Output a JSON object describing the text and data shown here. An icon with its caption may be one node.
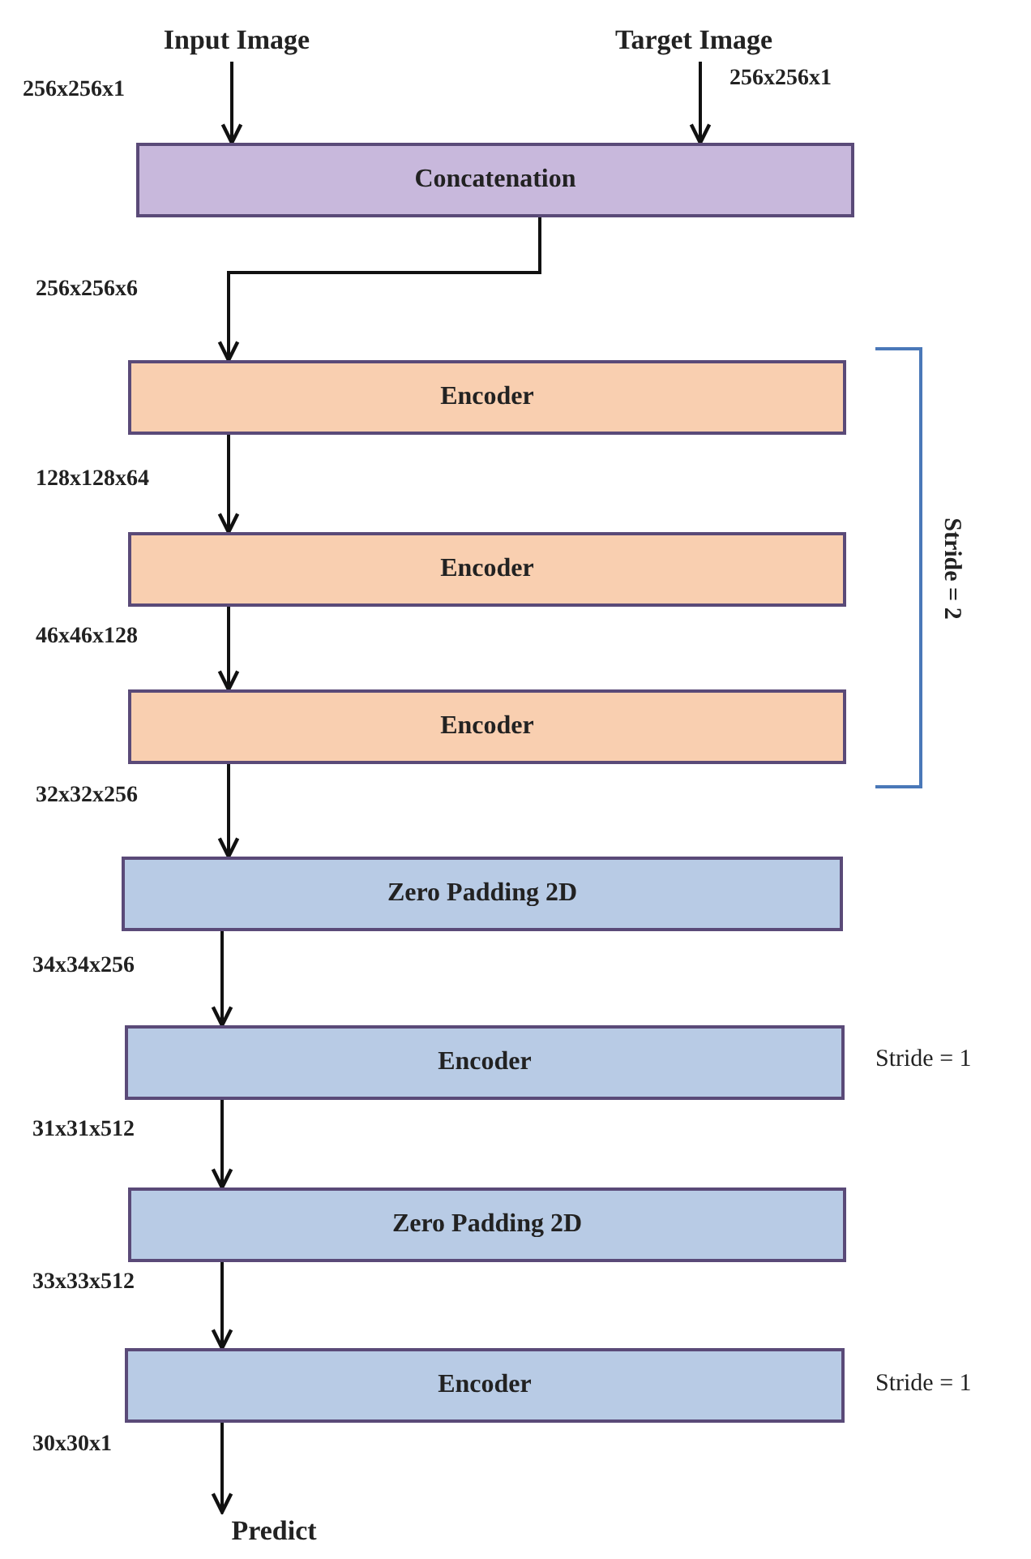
{
  "diagram": {
    "nodes": [
      {
        "text": [
          "Input Image"
        ]
      },
      {
        "text": [
          "Target Image"
        ]
      },
      {
        "text": [
          "Concatenation"
        ]
      },
      {
        "text": [
          "Encoder"
        ]
      },
      {
        "text": [
          "Encoder"
        ]
      },
      {
        "text": [
          "Encoder"
        ]
      },
      {
        "text": [
          "Zero Padding 2D"
        ]
      },
      {
        "text": [
          "Encoder"
        ],
        "beside": [
          "Stride = 1"
        ]
      },
      {
        "text": [
          "Zero Padding 2D"
        ]
      },
      {
        "text": [
          "Encoder"
        ],
        "beside": [
          "Stride = 1"
        ]
      },
      {
        "text": [
          "Predict"
        ]
      }
    ],
    "edges": [
      {
        "from": 0,
        "to": 2,
        "arrow": "to",
        "label": "256x256x1"
      },
      {
        "from": 1,
        "to": 2,
        "arrow": "to",
        "label": "256x256x1"
      },
      {
        "from": 2,
        "to": 3,
        "arrow": "to",
        "label": "256x256x6"
      },
      {
        "from": 3,
        "to": 4,
        "arrow": "to",
        "label": "128x128x64"
      },
      {
        "from": 4,
        "to": 5,
        "arrow": "to",
        "label": "46x46x128"
      },
      {
        "from": 5,
        "to": 6,
        "arrow": "to",
        "label": "32x32x256"
      },
      {
        "from": 6,
        "to": 7,
        "arrow": "to",
        "label": "34x34x256"
      },
      {
        "from": 7,
        "to": 8,
        "arrow": "to",
        "label": "31x31x512"
      },
      {
        "from": 8,
        "to": 9,
        "arrow": "to",
        "label": "33x33x512"
      },
      {
        "from": 9,
        "to": 10,
        "arrow": "to",
        "label": "30x30x1"
      }
    ],
    "labels": [
      "Stride = 2"
    ]
  }
}
